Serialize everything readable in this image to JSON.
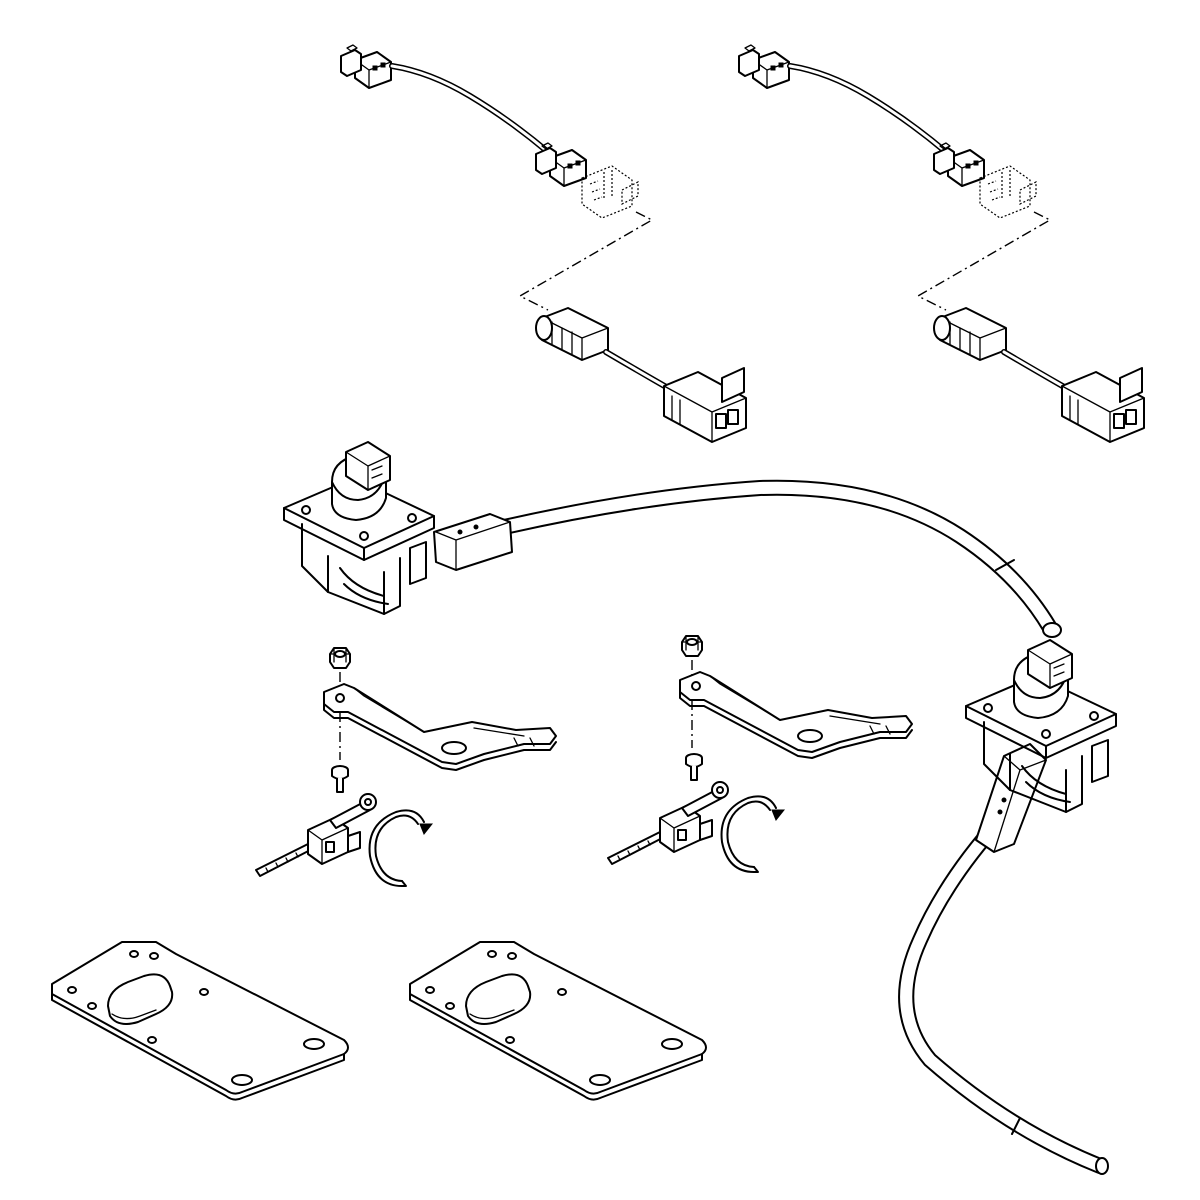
{
  "diagram": {
    "kind": "exploded-parts-illustration",
    "line_color": "#000000",
    "background_color": "#ffffff",
    "parts": [
      {
        "name": "wiring-harness-adapter",
        "count": 2
      },
      {
        "name": "sensor-cable-assembly",
        "count": 1
      },
      {
        "name": "sensor-bracket-link",
        "count": 2
      },
      {
        "name": "hex-nut",
        "count": 2
      },
      {
        "name": "screw",
        "count": 2
      },
      {
        "name": "cable-tie-clip",
        "count": 2
      },
      {
        "name": "retaining-ring",
        "count": 2
      },
      {
        "name": "mounting-plate",
        "count": 2
      }
    ]
  }
}
